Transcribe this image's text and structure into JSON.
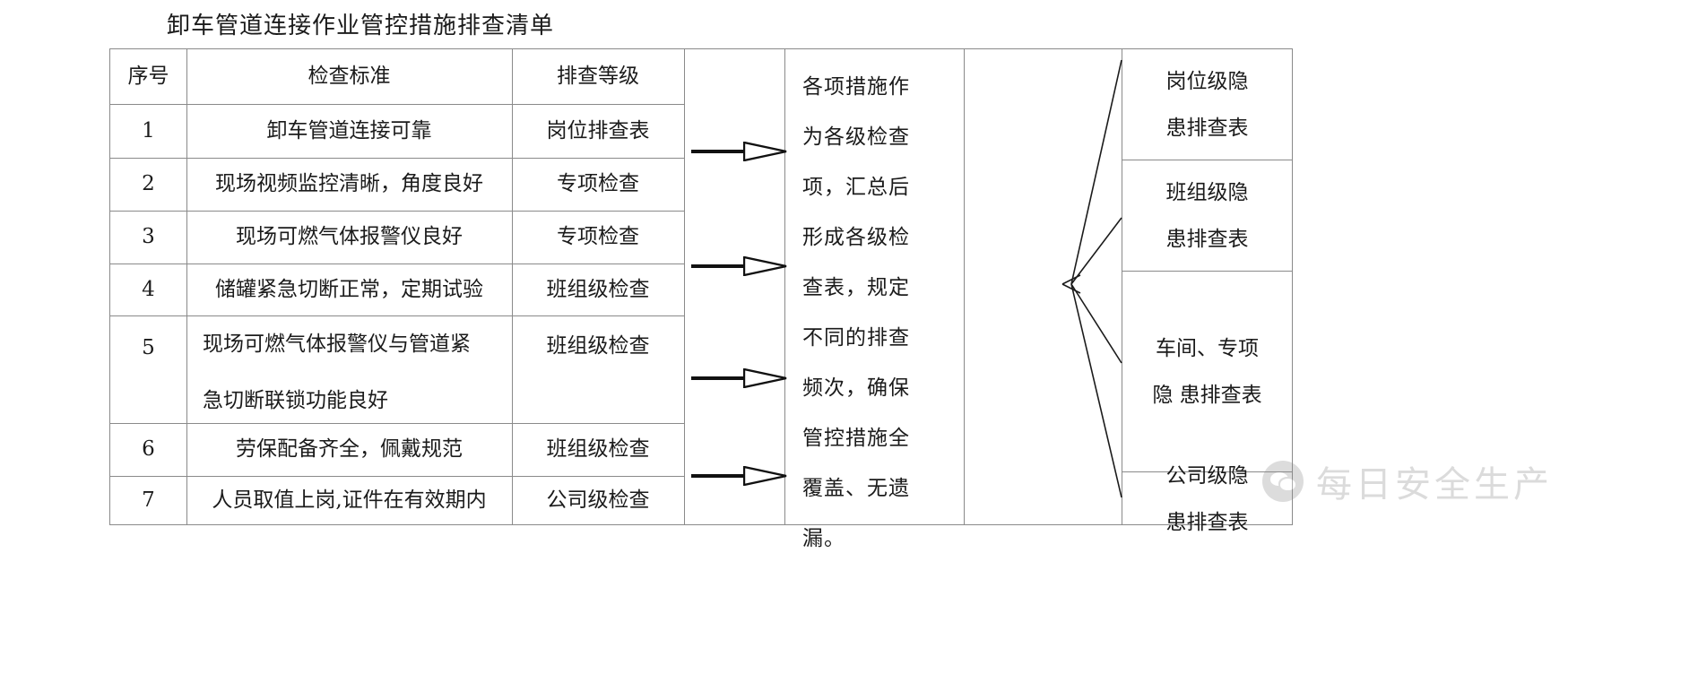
{
  "document": {
    "title": "卸车管道连接作业管控措施排查清单"
  },
  "table": {
    "headers": {
      "index": "序号",
      "standard": "检查标准",
      "level": "排查等级"
    },
    "rows": [
      {
        "index": "1",
        "standard": "卸车管道连接可靠",
        "level": "岗位排查表"
      },
      {
        "index": "2",
        "standard": "现场视频监控清晰，角度良好",
        "level": "专项检查"
      },
      {
        "index": "3",
        "standard": "现场可燃气体报警仪良好",
        "level": "专项检查"
      },
      {
        "index": "4",
        "standard": "储罐紧急切断正常，定期试验",
        "level": "班组级检查"
      },
      {
        "index": "5",
        "standard_line1": "现场可燃气体报警仪与管道紧",
        "standard_line2": "急切断联锁功能良好",
        "level": "班组级检查"
      },
      {
        "index": "6",
        "standard": "劳保配备齐全，佩戴规范",
        "level": "班组级检查"
      },
      {
        "index": "7",
        "standard": "人员取值上岗,证件在有效期内",
        "level": "公司级检查"
      }
    ]
  },
  "narrative": {
    "lines": [
      "各项措施作",
      "为各级检查",
      "项，汇总后",
      "形成各级检",
      "查表，规定",
      "不同的排查",
      "频次，确保",
      "管控措施全",
      "覆盖、无遗漏。"
    ]
  },
  "outputs": {
    "boxes": [
      {
        "line1": "岗位级隐",
        "line2": "患排查表"
      },
      {
        "line1": "班组级隐",
        "line2": "患排查表"
      },
      {
        "line1": "车间、专项",
        "line2": "隐  患排查表"
      },
      {
        "line1": "公司级隐",
        "line2": "患排查表"
      }
    ]
  },
  "watermark": {
    "icon": "wechat-icon",
    "text": "每日安全生产"
  },
  "colors": {
    "border": "#8a8a8a",
    "text": "#1b1b1b",
    "arrow": "#111111",
    "watermark": "#8a8a8a"
  }
}
